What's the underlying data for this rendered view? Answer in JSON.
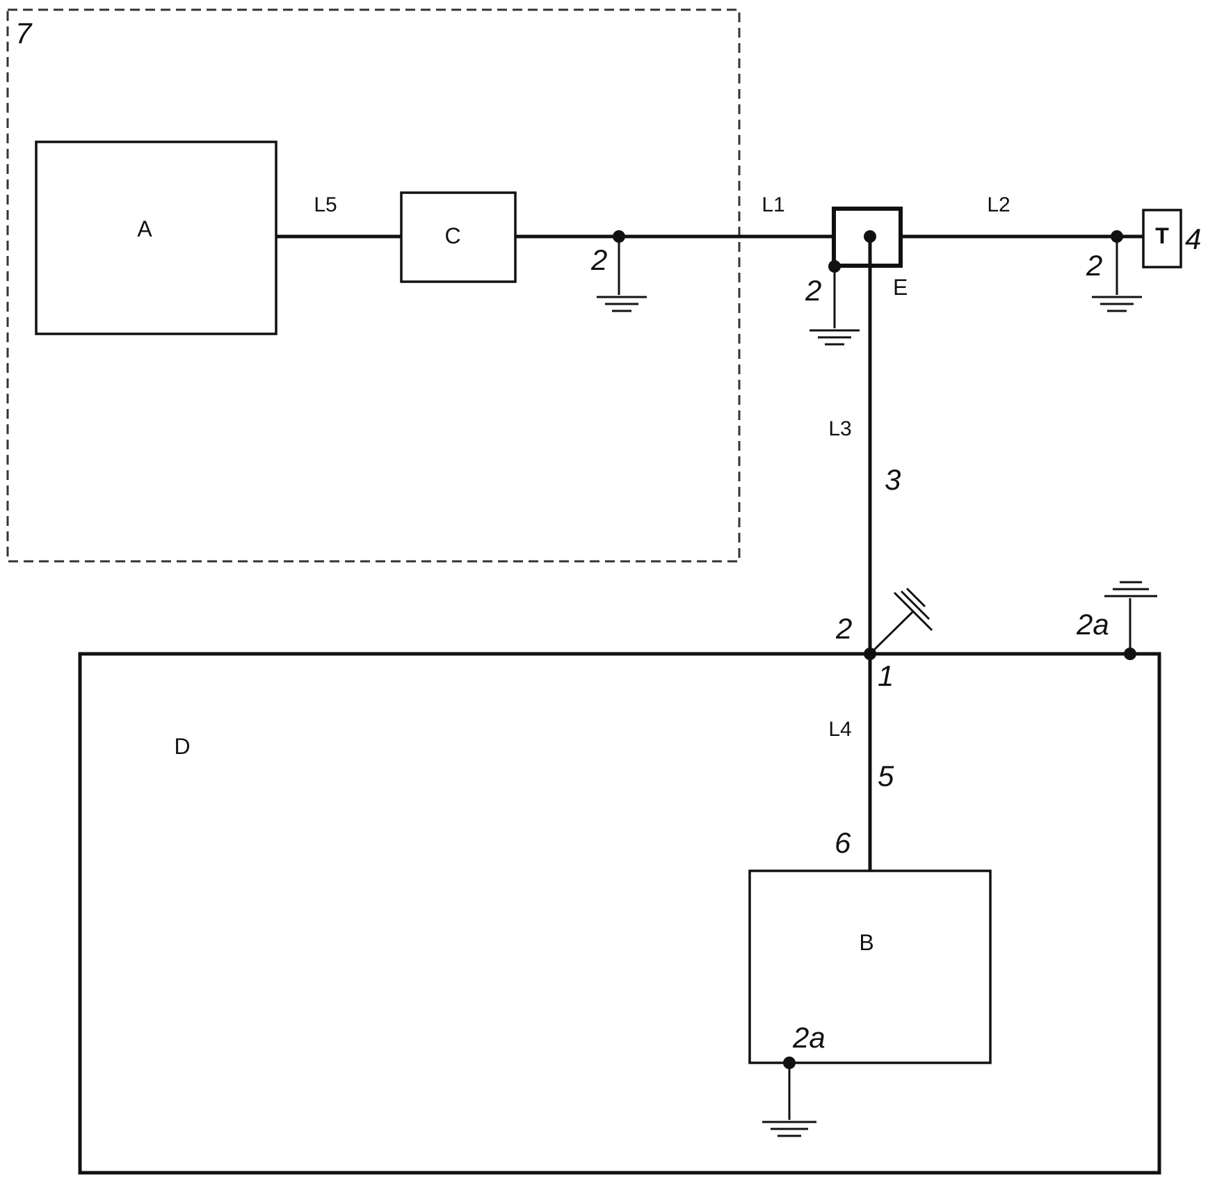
{
  "blocks": {
    "A": "A",
    "B": "B",
    "C": "C",
    "D": "D",
    "E": "E",
    "T": "T"
  },
  "lines": {
    "L1": "L1",
    "L2": "L2",
    "L3": "L3",
    "L4": "L4",
    "L5": "L5"
  },
  "refs": {
    "r1": "1",
    "r2": "2",
    "r2a": "2a",
    "r3": "3",
    "r4": "4",
    "r5": "5",
    "r6": "6",
    "r7": "7"
  }
}
